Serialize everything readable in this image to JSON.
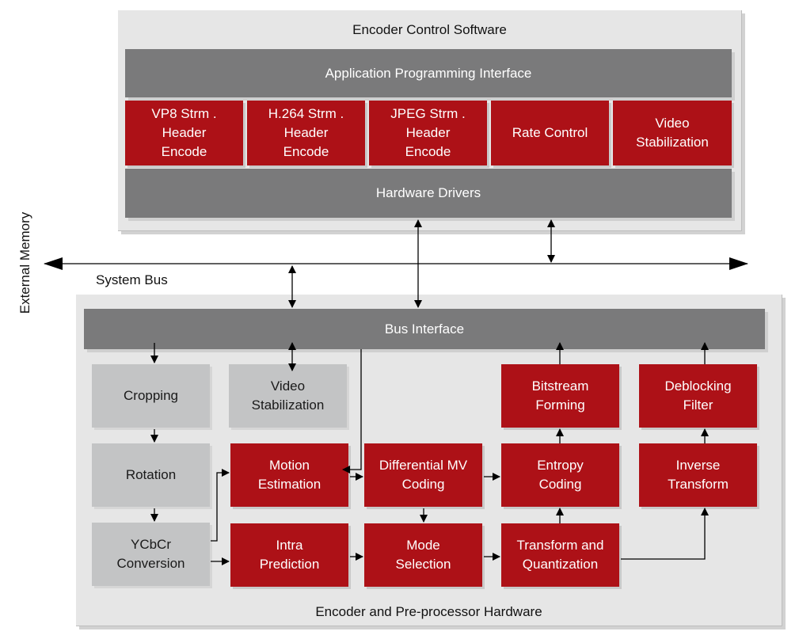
{
  "colors": {
    "accent_red": "#ad1117",
    "bar_gray": "#7a7a7b",
    "block_gray": "#c3c4c5",
    "panel_gray": "#e6e6e6"
  },
  "software": {
    "title": "Encoder Control Software",
    "api": "Application Programming Interface",
    "modules": [
      "VP8 Strm .\nHeader\nEncode",
      "H.264 Strm .\nHeader\nEncode",
      "JPEG Strm .\nHeader\nEncode",
      "Rate Control",
      "Video\nStabilization"
    ],
    "drivers": "Hardware Drivers"
  },
  "bus": {
    "external_memory": "External Memory",
    "system_bus": "System Bus"
  },
  "hardware": {
    "title": "Encoder and Pre-processor Hardware",
    "bus_interface": "Bus Interface",
    "cropping": "Cropping",
    "rotation": "Rotation",
    "ycbcr": "YCbCr\nConversion",
    "video_stab": "Video\nStabilization",
    "motion_estimation": "Motion\nEstimation",
    "intra_prediction": "Intra\nPrediction",
    "diff_mv": "Differential MV\nCoding",
    "mode_selection": "Mode\nSelection",
    "bitstream_forming": "Bitstream\nForming",
    "entropy_coding": "Entropy\nCoding",
    "transform_quant": "Transform and\nQuantization",
    "deblocking": "Deblocking\nFilter",
    "inverse_transform": "Inverse\nTransform"
  }
}
